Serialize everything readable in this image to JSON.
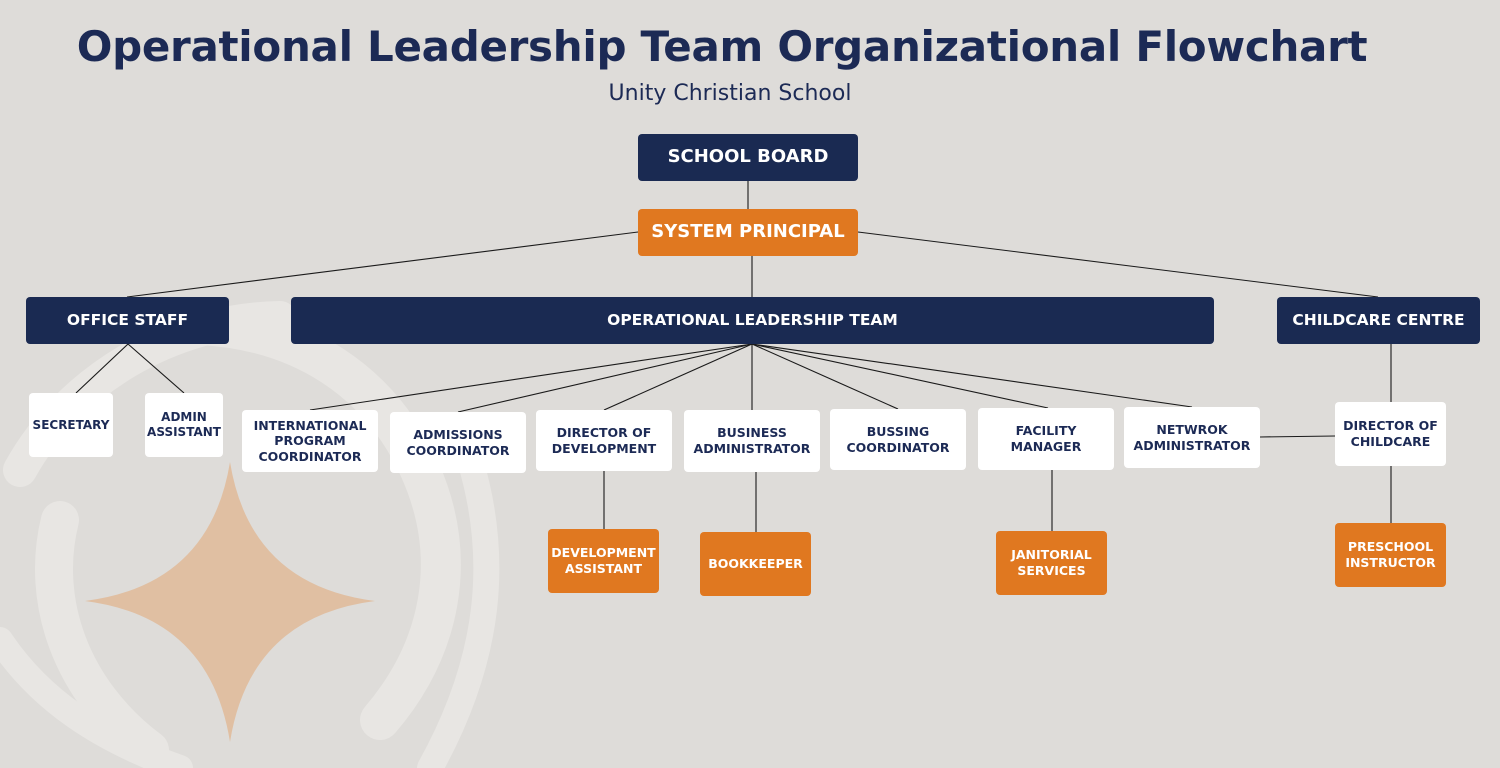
{
  "header": {
    "title": "Operational Leadership Team Organizational Flowchart",
    "subtitle": "Unity Christian School"
  },
  "nodes": {
    "school_board": "SCHOOL BOARD",
    "system_principal": "SYSTEM PRINCIPAL",
    "office_staff": "OFFICE STAFF",
    "operational_leadership_team": "OPERATIONAL LEADERSHIP TEAM",
    "childcare_centre": "CHILDCARE CENTRE",
    "secretary": "SECRETARY",
    "admin_assistant": "ADMIN\nASSISTANT",
    "international_program_coordinator": "INTERNATIONAL\nPROGRAM\nCOORDINATOR",
    "admissions_coordinator": "ADMISSIONS\nCOORDINATOR",
    "director_of_development": "DIRECTOR OF\nDEVELOPMENT",
    "business_administrator": "BUSINESS\nADMINISTRATOR",
    "bussing_coordinator": "BUSSING\nCOORDINATOR",
    "facility_manager": "FACILITY\nMANAGER",
    "network_administrator": "NETWROK\nADMINISTRATOR",
    "director_of_childcare": "DIRECTOR OF\nCHILDCARE",
    "development_assistant": "DEVELOPMENT\nASSISTANT",
    "bookkeeper": "BOOKKEEPER",
    "janitorial_services": "JANITORIAL\nSERVICES",
    "preschool_instructor": "PRESCHOOL\nINSTRUCTOR"
  },
  "colors": {
    "navy": "#1a2a52",
    "orange": "#e07820",
    "white": "#ffffff",
    "background": "#dedcd9",
    "connector": "#1a1a1a"
  }
}
